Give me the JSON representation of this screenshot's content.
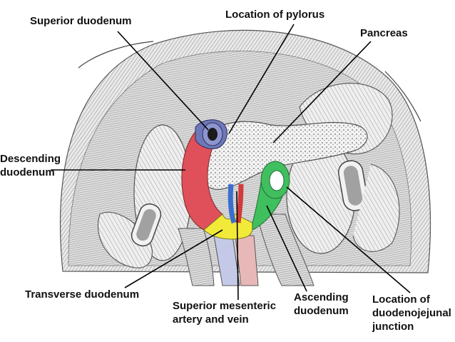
{
  "labels": {
    "superior_duodenum": "Superior duodenum",
    "pylorus": "Location of pylorus",
    "pancreas": "Pancreas",
    "descending": [
      "Descending",
      "duodenum"
    ],
    "transverse": "Transverse duodenum",
    "sma": [
      "Superior mesenteric",
      "artery and vein"
    ],
    "ascending": [
      "Ascending",
      "duodenum"
    ],
    "dj_junction": [
      "Location of",
      "duodenojejunal",
      "junction"
    ]
  },
  "colors": {
    "superior_duodenum": "#6e78b8",
    "descending_duodenum": "#e0505a",
    "transverse_duodenum": "#f2ea38",
    "ascending_duodenum": "#3fbf5e",
    "leader_lines": "#000000",
    "illustration_ink": "#5a5a5a"
  }
}
